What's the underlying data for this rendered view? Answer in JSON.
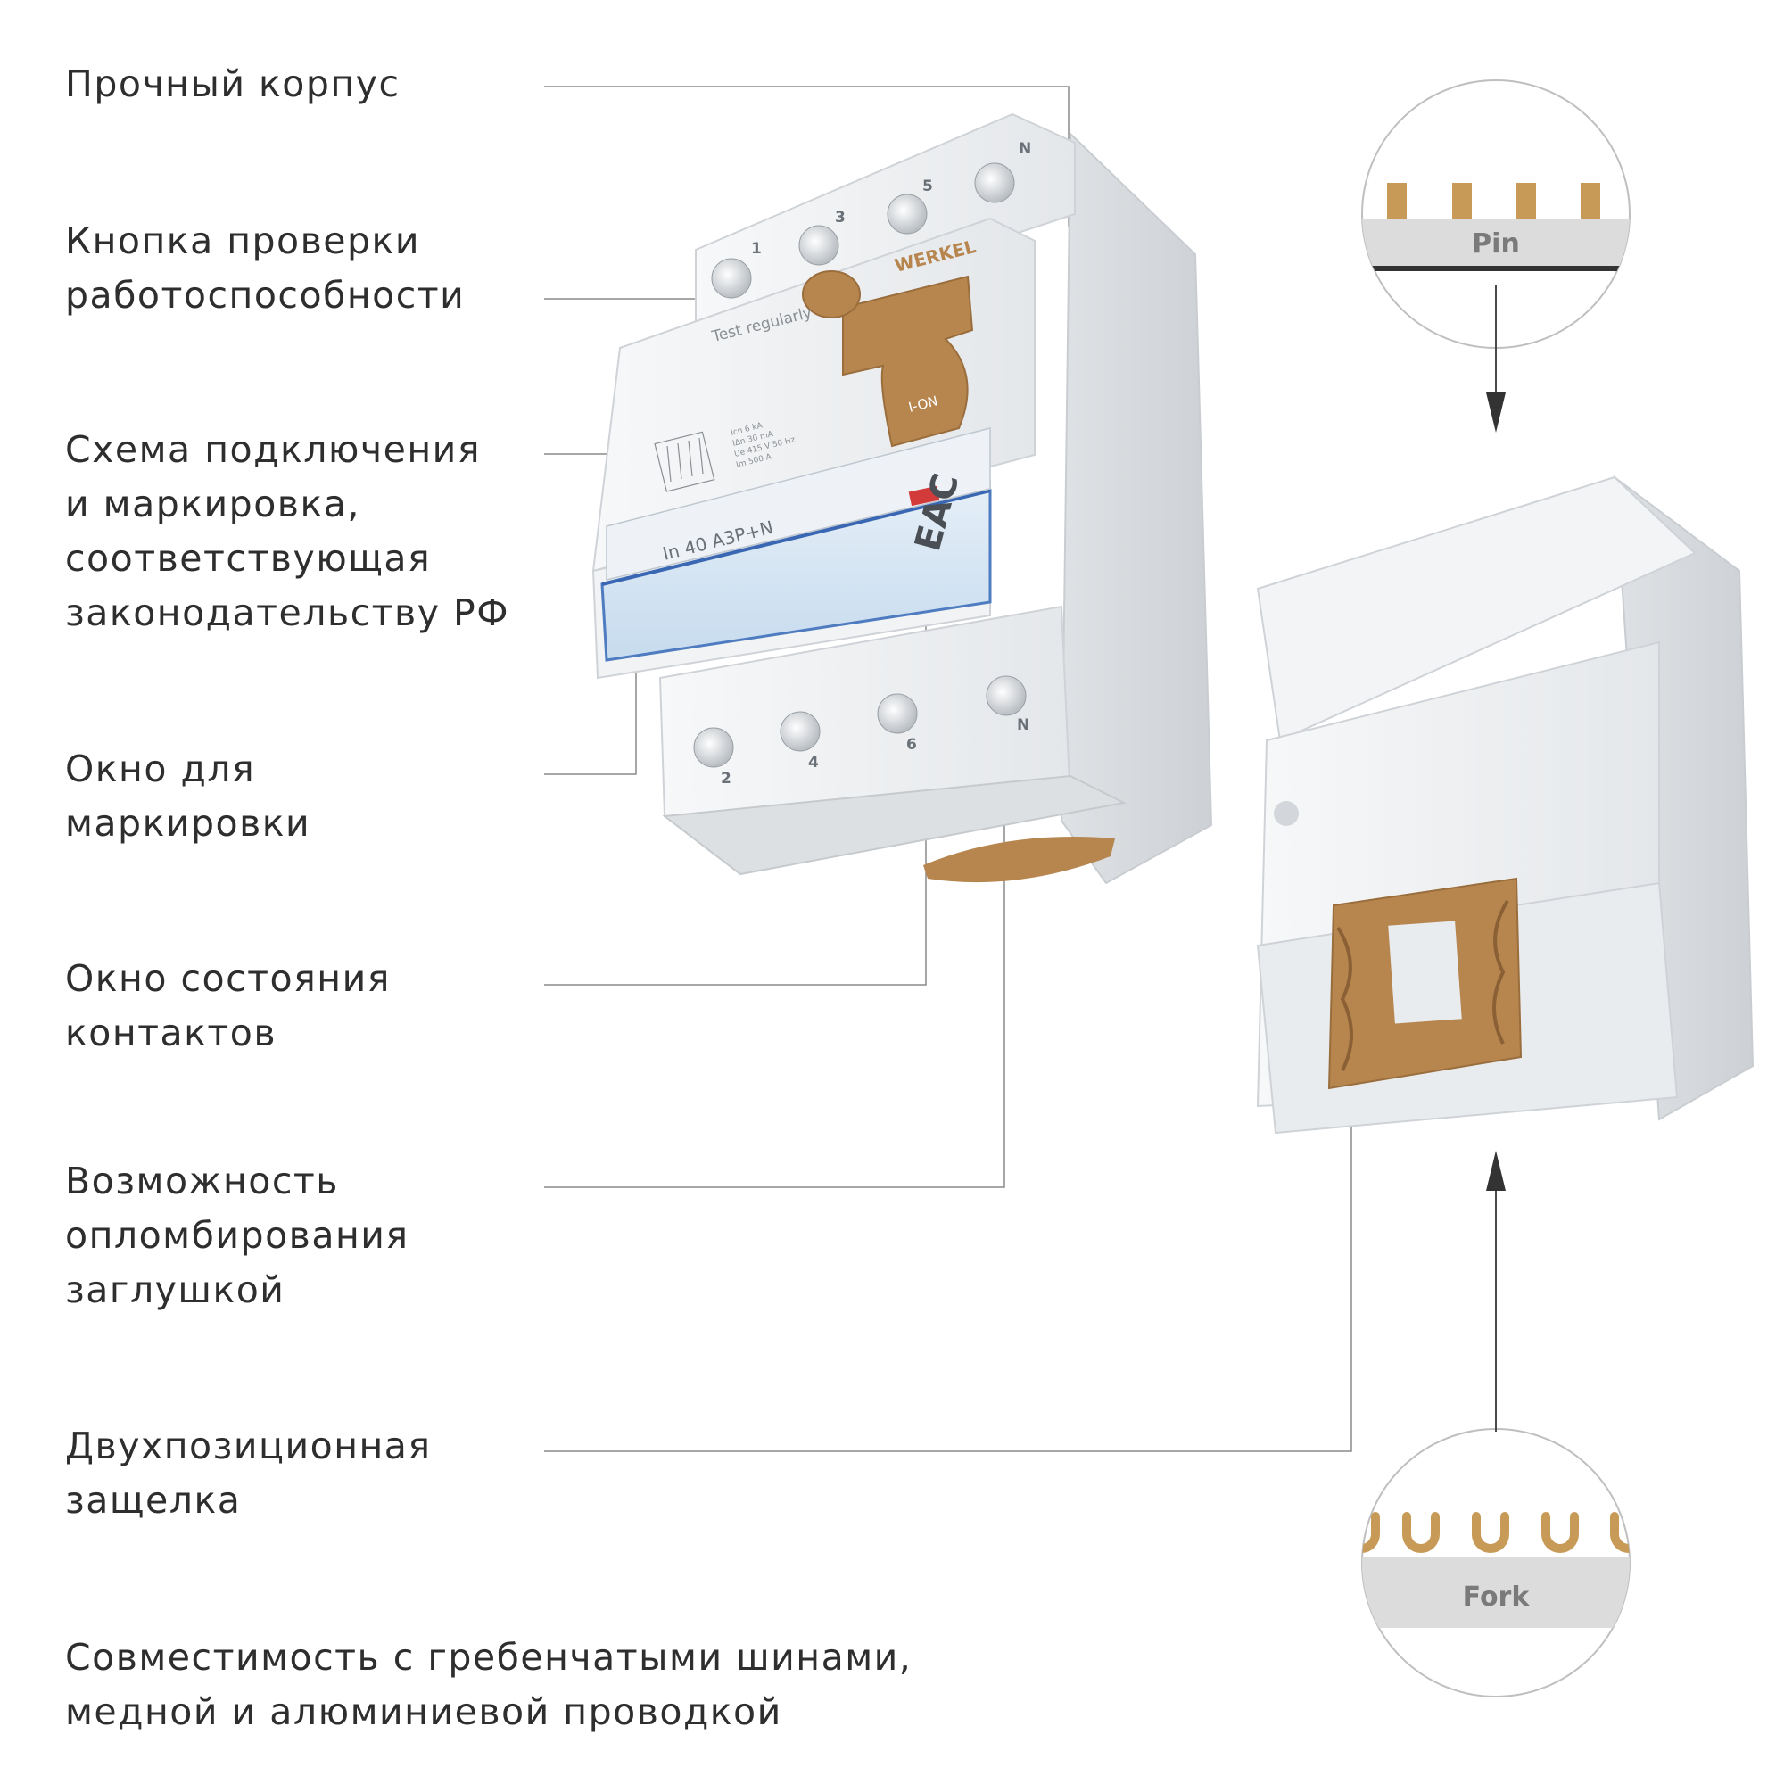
{
  "features": [
    {
      "lines": [
        "Прочный корпус"
      ]
    },
    {
      "lines": [
        "Кнопка проверки",
        "работоспособности"
      ]
    },
    {
      "lines": [
        "Схема подключения",
        "и маркировка,",
        "соответствующая",
        "законодательству РФ"
      ]
    },
    {
      "lines": [
        "Окно для",
        "маркировки"
      ]
    },
    {
      "lines": [
        "Окно состояния",
        "контактов"
      ]
    },
    {
      "lines": [
        "Возможность",
        "опломбирования",
        "заглушкой"
      ]
    },
    {
      "lines": [
        "Двухпозиционная",
        "защелка"
      ]
    },
    {
      "lines": [
        "Совместимость с гребенчатыми шинами,",
        "медной и алюминиевой проводкой"
      ]
    }
  ],
  "device": {
    "brand": "WERKEL",
    "test_label": "Test regularly",
    "handle_label": "I-ON",
    "rating": "In 40 A3P+N",
    "cert_mark": "EAC",
    "spec_lines": [
      "Icn 6 kA",
      "IΔn 30 mA",
      "Ue 415 V 50 Hz",
      "Im 500 A"
    ],
    "top_terminals": [
      "1",
      "3",
      "5",
      "N"
    ],
    "bottom_terminals": [
      "2",
      "4",
      "6",
      "N"
    ]
  },
  "busbars": {
    "pin_label": "Pin",
    "fork_label": "Fork",
    "accent_color": "#c79a57"
  },
  "colors": {
    "text": "#2e2e2e",
    "leader_line": "#8a8a8a",
    "device_body": "#eceef0",
    "handle": "#b7864f",
    "window_blue": "#cfe1f0"
  }
}
